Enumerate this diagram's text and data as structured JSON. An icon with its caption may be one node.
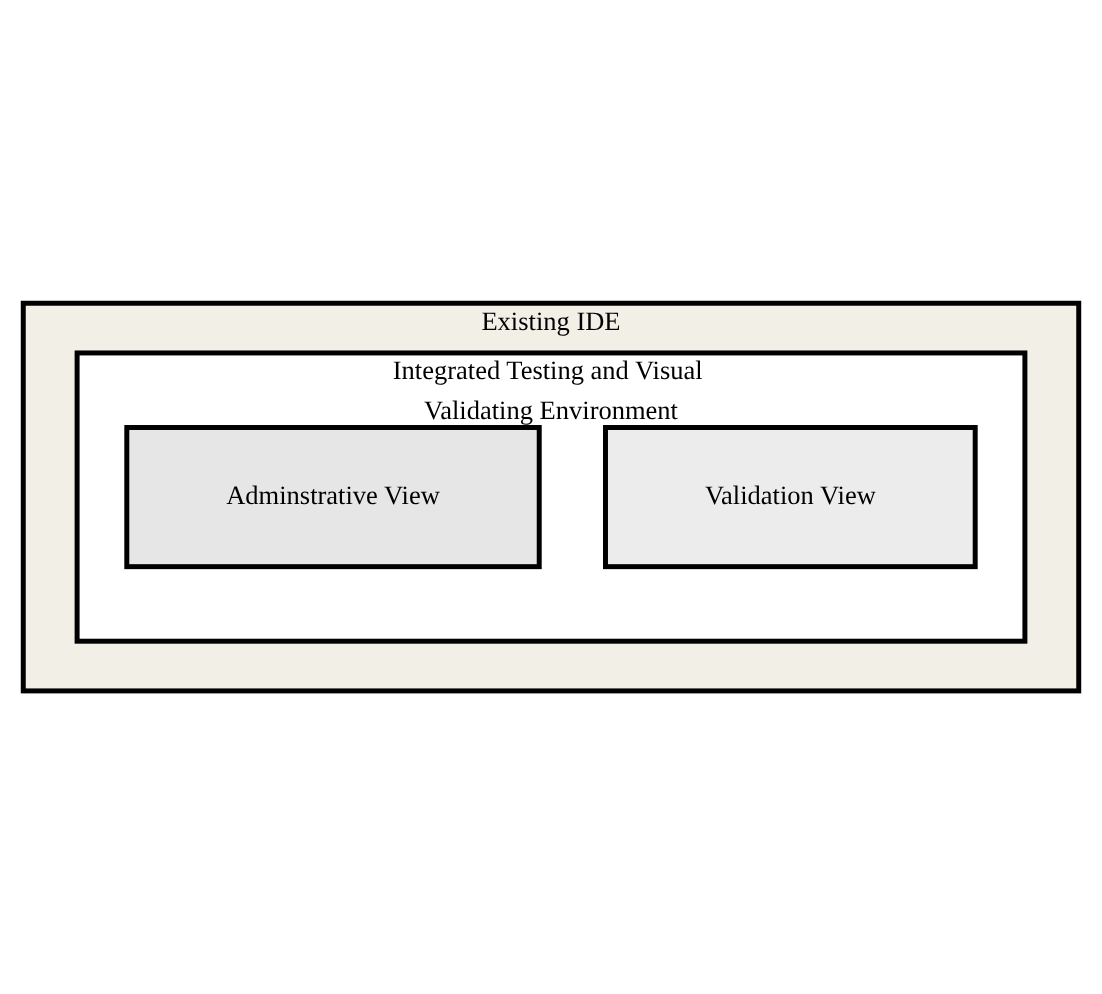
{
  "diagram": {
    "nodes": [
      {
        "text": [
          "Existing IDE"
        ]
      },
      {
        "text": [
          "Integrated Testing and Visual Validating Environment"
        ],
        "in": 0
      },
      {
        "text": [
          "Adminstrative View"
        ],
        "in": 1
      },
      {
        "text": [
          "Validation View"
        ],
        "in": 1
      }
    ]
  }
}
